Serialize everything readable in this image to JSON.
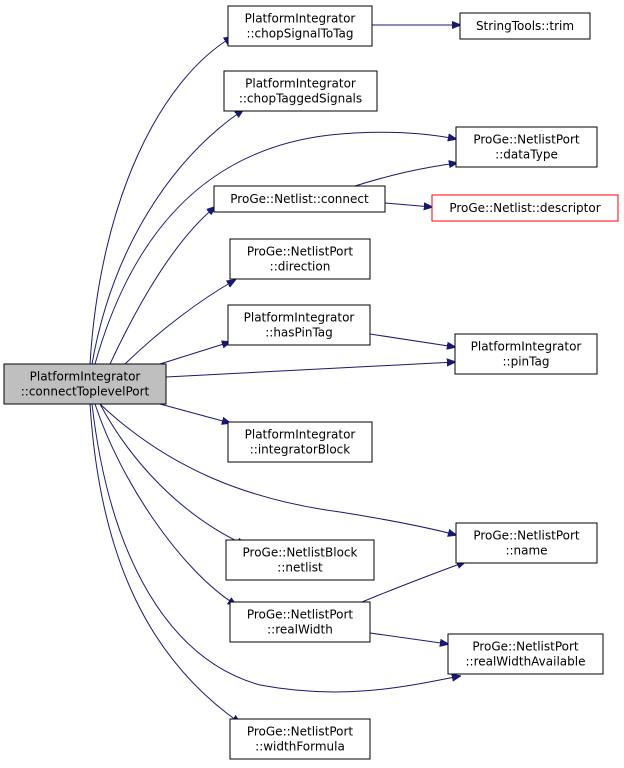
{
  "graph": {
    "root": {
      "id": "root",
      "lines": [
        "PlatformIntegrator",
        "::connectToplevelPort"
      ]
    },
    "nodes": [
      {
        "id": "chopSignalToTag",
        "lines": [
          "PlatformIntegrator",
          "::chopSignalToTag"
        ]
      },
      {
        "id": "trim",
        "lines": [
          "StringTools::trim"
        ]
      },
      {
        "id": "chopTaggedSignals",
        "lines": [
          "PlatformIntegrator",
          "::chopTaggedSignals"
        ]
      },
      {
        "id": "dataType",
        "lines": [
          "ProGe::NetlistPort",
          "::dataType"
        ]
      },
      {
        "id": "connect",
        "lines": [
          "ProGe::Netlist::connect"
        ]
      },
      {
        "id": "descriptor",
        "lines": [
          "ProGe::Netlist::descriptor"
        ],
        "border": "#ff0000"
      },
      {
        "id": "direction",
        "lines": [
          "ProGe::NetlistPort",
          "::direction"
        ]
      },
      {
        "id": "hasPinTag",
        "lines": [
          "PlatformIntegrator",
          "::hasPinTag"
        ]
      },
      {
        "id": "pinTag",
        "lines": [
          "PlatformIntegrator",
          "::pinTag"
        ]
      },
      {
        "id": "integratorBlock",
        "lines": [
          "PlatformIntegrator",
          "::integratorBlock"
        ]
      },
      {
        "id": "name",
        "lines": [
          "ProGe::NetlistPort",
          "::name"
        ]
      },
      {
        "id": "netlist",
        "lines": [
          "ProGe::NetlistBlock",
          "::netlist"
        ]
      },
      {
        "id": "realWidth",
        "lines": [
          "ProGe::NetlistPort",
          "::realWidth"
        ]
      },
      {
        "id": "realWidthAvailable",
        "lines": [
          "ProGe::NetlistPort",
          "::realWidthAvailable"
        ]
      },
      {
        "id": "widthFormula",
        "lines": [
          "ProGe::NetlistPort",
          "::widthFormula"
        ]
      }
    ],
    "edges": [
      {
        "from": "root",
        "to": "chopSignalToTag"
      },
      {
        "from": "root",
        "to": "chopTaggedSignals"
      },
      {
        "from": "root",
        "to": "dataType"
      },
      {
        "from": "root",
        "to": "connect"
      },
      {
        "from": "root",
        "to": "direction"
      },
      {
        "from": "root",
        "to": "hasPinTag"
      },
      {
        "from": "root",
        "to": "pinTag"
      },
      {
        "from": "root",
        "to": "integratorBlock"
      },
      {
        "from": "root",
        "to": "name"
      },
      {
        "from": "root",
        "to": "netlist"
      },
      {
        "from": "root",
        "to": "realWidth"
      },
      {
        "from": "root",
        "to": "realWidthAvailable"
      },
      {
        "from": "root",
        "to": "widthFormula"
      },
      {
        "from": "chopSignalToTag",
        "to": "trim"
      },
      {
        "from": "connect",
        "to": "dataType"
      },
      {
        "from": "connect",
        "to": "descriptor"
      },
      {
        "from": "hasPinTag",
        "to": "pinTag"
      },
      {
        "from": "realWidth",
        "to": "name"
      },
      {
        "from": "realWidth",
        "to": "realWidthAvailable"
      }
    ],
    "colors": {
      "edge": "#191970",
      "root_fill": "#bfbfbf",
      "node_fill": "#ffffff",
      "node_border": "#000000",
      "missing_border": "#ff0000"
    }
  }
}
